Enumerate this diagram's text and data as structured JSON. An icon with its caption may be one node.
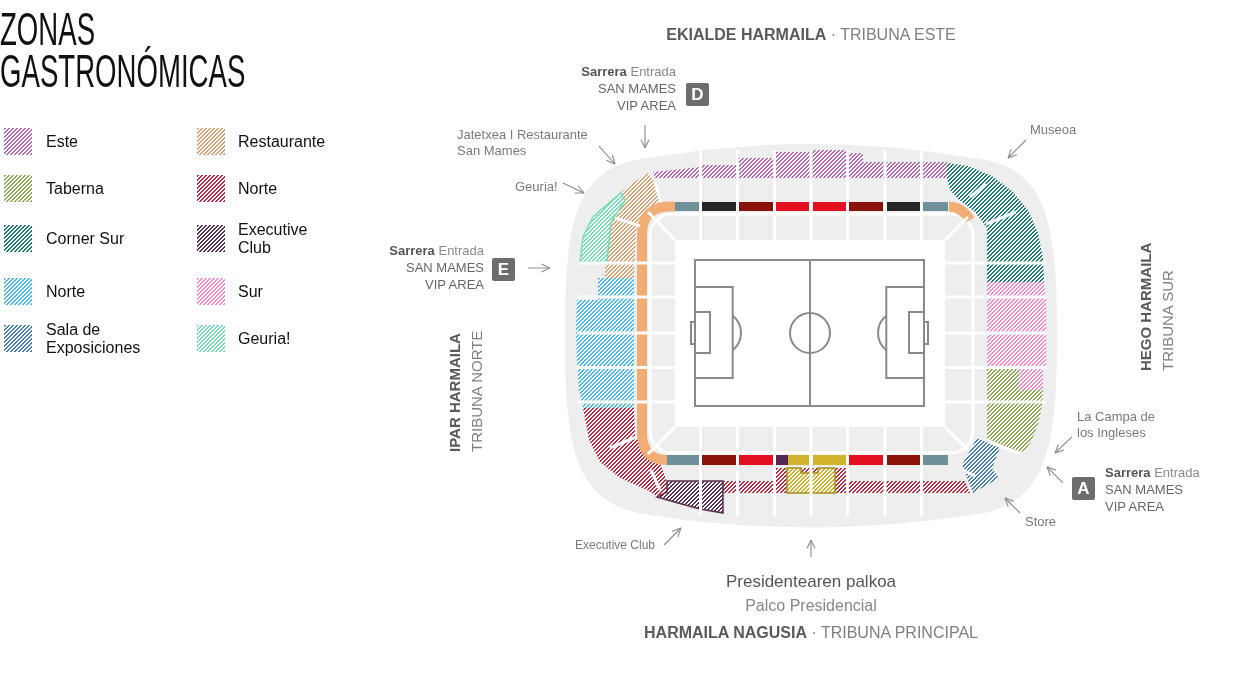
{
  "diagram": {
    "title": "ZONAS GASTRONÓMICAS",
    "nodes": [
      {
        "text": [
          "D"
        ],
        "beside": [
          "**Sarrera** Entrada",
          "SAN MAMES VIP AREA"
        ]
      },
      {
        "text": [
          "Museoa"
        ]
      },
      {
        "text": [
          "Jatetxea I Restaurante San Mames"
        ]
      },
      {
        "text": [
          "Geuria!"
        ]
      },
      {
        "text": [
          "E"
        ],
        "beside": [
          "**Sarrera** Entrada",
          "SAN MAMES VIP AREA"
        ]
      },
      {
        "text": [
          "La Campa de los Ingleses"
        ]
      },
      {
        "text": [
          "A"
        ],
        "beside": [
          "**Sarrera** Entrada",
          "SAN MAMES VIP AREA"
        ]
      },
      {
        "text": [
          "Store"
        ]
      },
      {
        "text": [
          "Executive Club"
        ]
      },
      {
        "text": [
          "Presidentearen palkoa",
          "Palco Presidencial"
        ]
      }
    ],
    "edges": [
      {
        "from": 0,
        "to": null,
        "arrow": "to"
      },
      {
        "from": 1,
        "to": null,
        "arrow": "to"
      },
      {
        "from": 2,
        "to": null,
        "arrow": "to"
      },
      {
        "from": 3,
        "to": null,
        "arrow": "to"
      },
      {
        "from": 4,
        "to": null,
        "arrow": "to"
      },
      {
        "from": 5,
        "to": null,
        "arrow": "to"
      },
      {
        "from": 6,
        "to": null,
        "arrow": "to"
      },
      {
        "from": 7,
        "to": null,
        "arrow": "to"
      },
      {
        "from": 8,
        "to": null,
        "arrow": "to"
      },
      {
        "from": 9,
        "to": null,
        "arrow": "to"
      }
    ],
    "labels": [
      "**EKIALDE HARMAILA** · TRIBUNA ESTE",
      "IPAR HARMAILA",
      "TRIBUNA NORTE",
      "HEGO HARMAILA",
      "TRIBUNA SUR",
      "**HARMAILA NAGUSIA** · TRIBUNA PRINCIPAL"
    ],
    "legend": [
      {
        "text": "Este",
        "color": "#b868b4"
      },
      {
        "text": "Restaurante",
        "color": "#d8a27a"
      },
      {
        "text": "Taberna",
        "color": "#8eaa5c"
      },
      {
        "text": "Norte",
        "color": "#b82a40"
      },
      {
        "text": "Corner Sur",
        "color": "#1e7b72"
      },
      {
        "text": "Executive Club",
        "color": "#5b3050"
      },
      {
        "text": "Norte",
        "color": "#4db6ea"
      },
      {
        "text": "Sur",
        "color": "#f48cc8"
      },
      {
        "text": "Sala de Exposiciones",
        "color": "#4a7eac"
      },
      {
        "text": "Geuria!",
        "color": "#79dcb6"
      }
    ]
  }
}
